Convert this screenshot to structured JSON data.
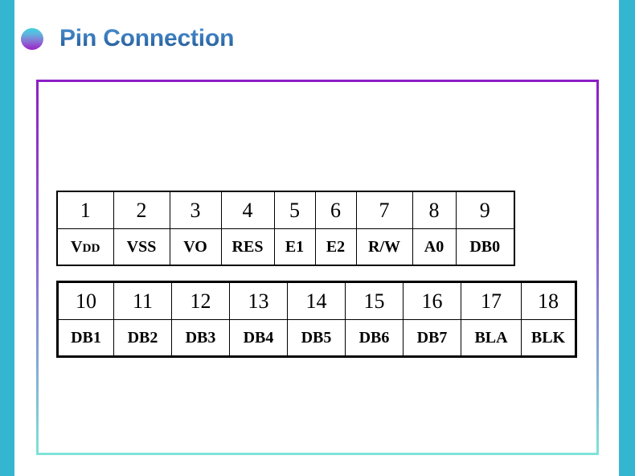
{
  "slide": {
    "title": "Pin Connection",
    "bullet_icon": "filled-circle-bullet-icon",
    "accent_colors": {
      "side_bar": "#35b6d0",
      "frame_top": "#8d1ec6",
      "frame_bottom": "#7fe3d8",
      "title_text": "#2a6aae",
      "bullet_top": "#3fd0de",
      "bullet_bottom": "#9a22c8"
    }
  },
  "pin_table_1": {
    "numbers": [
      "1",
      "2",
      "3",
      "4",
      "5",
      "6",
      "7",
      "8",
      "9"
    ],
    "names": [
      "VDD",
      "VSS",
      "VO",
      "RES",
      "E1",
      "E2",
      "R/W",
      "A0",
      "DB0"
    ],
    "name_1_main": "V",
    "name_1_sub": "DD"
  },
  "pin_table_2": {
    "numbers": [
      "10",
      "11",
      "12",
      "13",
      "14",
      "15",
      "16",
      "17",
      "18"
    ],
    "names": [
      "DB1",
      "DB2",
      "DB3",
      "DB4",
      "DB5",
      "DB6",
      "DB7",
      "BLA",
      "BLK"
    ]
  }
}
